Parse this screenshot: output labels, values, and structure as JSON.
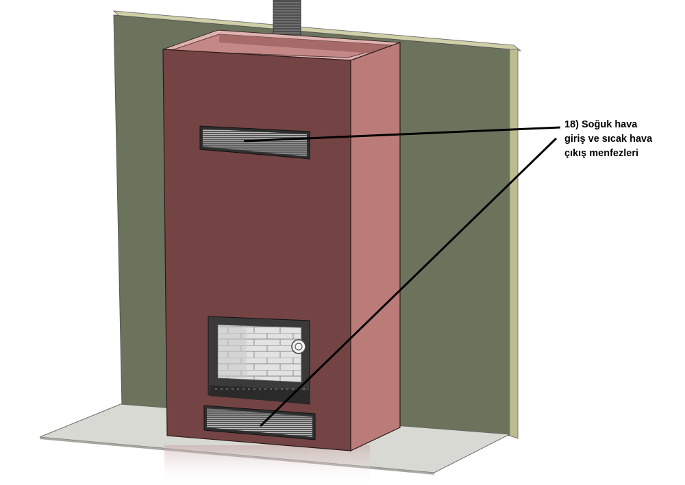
{
  "callout": {
    "lines": [
      "18) Soğuk hava",
      "giriş ve sıcak hava",
      "çıkış menfezleri"
    ]
  },
  "colors": {
    "wall_face": "#6b725c",
    "wall_edge": "#b9b98d",
    "hood_front": "#734343",
    "hood_side": "#bb7b79",
    "hood_top_inner": "#c98c8c",
    "floor_plate": "#d8d8d2",
    "chimney_pipe": "#555555",
    "vent": "#3a3a3a",
    "firebox_frame": "#3c3c3c",
    "firebox_bricks": "#dcdcdc"
  },
  "components": {
    "back_wall": "back-wall",
    "hood": "fireplace-hood",
    "chimney": "chimney-pipe",
    "upper_vent": "upper-vent-grille",
    "lower_vent": "lower-vent-grille",
    "firebox": "firebox-insert",
    "floor": "floor-plate"
  }
}
